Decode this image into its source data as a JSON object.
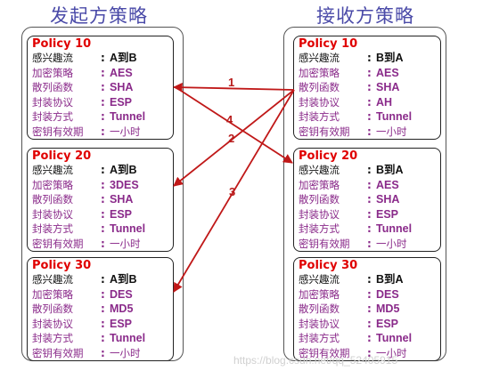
{
  "initiator": {
    "title": "发起方策略",
    "policies": [
      {
        "name": "Policy 10",
        "rows": [
          [
            "感兴趣流",
            ":",
            "A到B"
          ],
          [
            "加密策略",
            ":",
            "AES"
          ],
          [
            "散列函数",
            ":",
            "SHA"
          ],
          [
            "封装协议",
            ":",
            "ESP"
          ],
          [
            "封装方式",
            ":",
            "Tunnel"
          ],
          [
            "密钥有效期",
            ":",
            "一小时"
          ]
        ]
      },
      {
        "name": "Policy 20",
        "rows": [
          [
            "感兴趣流",
            ":",
            "A到B"
          ],
          [
            "加密策略",
            ":",
            "3DES"
          ],
          [
            "散列函数",
            ":",
            "SHA"
          ],
          [
            "封装协议",
            ":",
            "ESP"
          ],
          [
            "封装方式",
            ":",
            "Tunnel"
          ],
          [
            "密钥有效期",
            ":",
            "一小时"
          ]
        ]
      },
      {
        "name": "Policy 30",
        "rows": [
          [
            "感兴趣流",
            ":",
            "A到B"
          ],
          [
            "加密策略",
            ":",
            "DES"
          ],
          [
            "散列函数",
            ":",
            "MD5"
          ],
          [
            "封装协议",
            ":",
            "ESP"
          ],
          [
            "封装方式",
            ":",
            "Tunnel"
          ],
          [
            "密钥有效期",
            ":",
            "一小时"
          ]
        ]
      }
    ]
  },
  "responder": {
    "title": "接收方策略",
    "policies": [
      {
        "name": "Policy 10",
        "rows": [
          [
            "感兴趣流",
            ":",
            "B到A"
          ],
          [
            "加密策略",
            ":",
            "AES"
          ],
          [
            "散列函数",
            ":",
            "SHA"
          ],
          [
            "封装协议",
            ":",
            "AH"
          ],
          [
            "封装方式",
            ":",
            "Tunnel"
          ],
          [
            "密钥有效期",
            ":",
            "一小时"
          ]
        ]
      },
      {
        "name": "Policy 20",
        "rows": [
          [
            "感兴趣流",
            ":",
            "B到A"
          ],
          [
            "加密策略",
            ":",
            "AES"
          ],
          [
            "散列函数",
            ":",
            "SHA"
          ],
          [
            "封装协议",
            ":",
            "ESP"
          ],
          [
            "封装方式",
            ":",
            "Tunnel"
          ],
          [
            "密钥有效期",
            ":",
            "一小时"
          ]
        ]
      },
      {
        "name": "Policy 30",
        "rows": [
          [
            "感兴趣流",
            ":",
            "B到A"
          ],
          [
            "加密策略",
            ":",
            "DES"
          ],
          [
            "散列函数",
            ":",
            "MD5"
          ],
          [
            "封装协议",
            ":",
            "ESP"
          ],
          [
            "封装方式",
            ":",
            "Tunnel"
          ],
          [
            "密钥有效期",
            ":",
            "一小时"
          ]
        ]
      }
    ]
  },
  "arrows": [
    "1",
    "4",
    "2",
    "3"
  ],
  "colors": {
    "arrow": "#c01818",
    "label": "#b81c1c",
    "policy_name": "#e00000",
    "param": "#8a2a8a"
  },
  "watermark": "https://blog.csdn.net/qq_52405915"
}
